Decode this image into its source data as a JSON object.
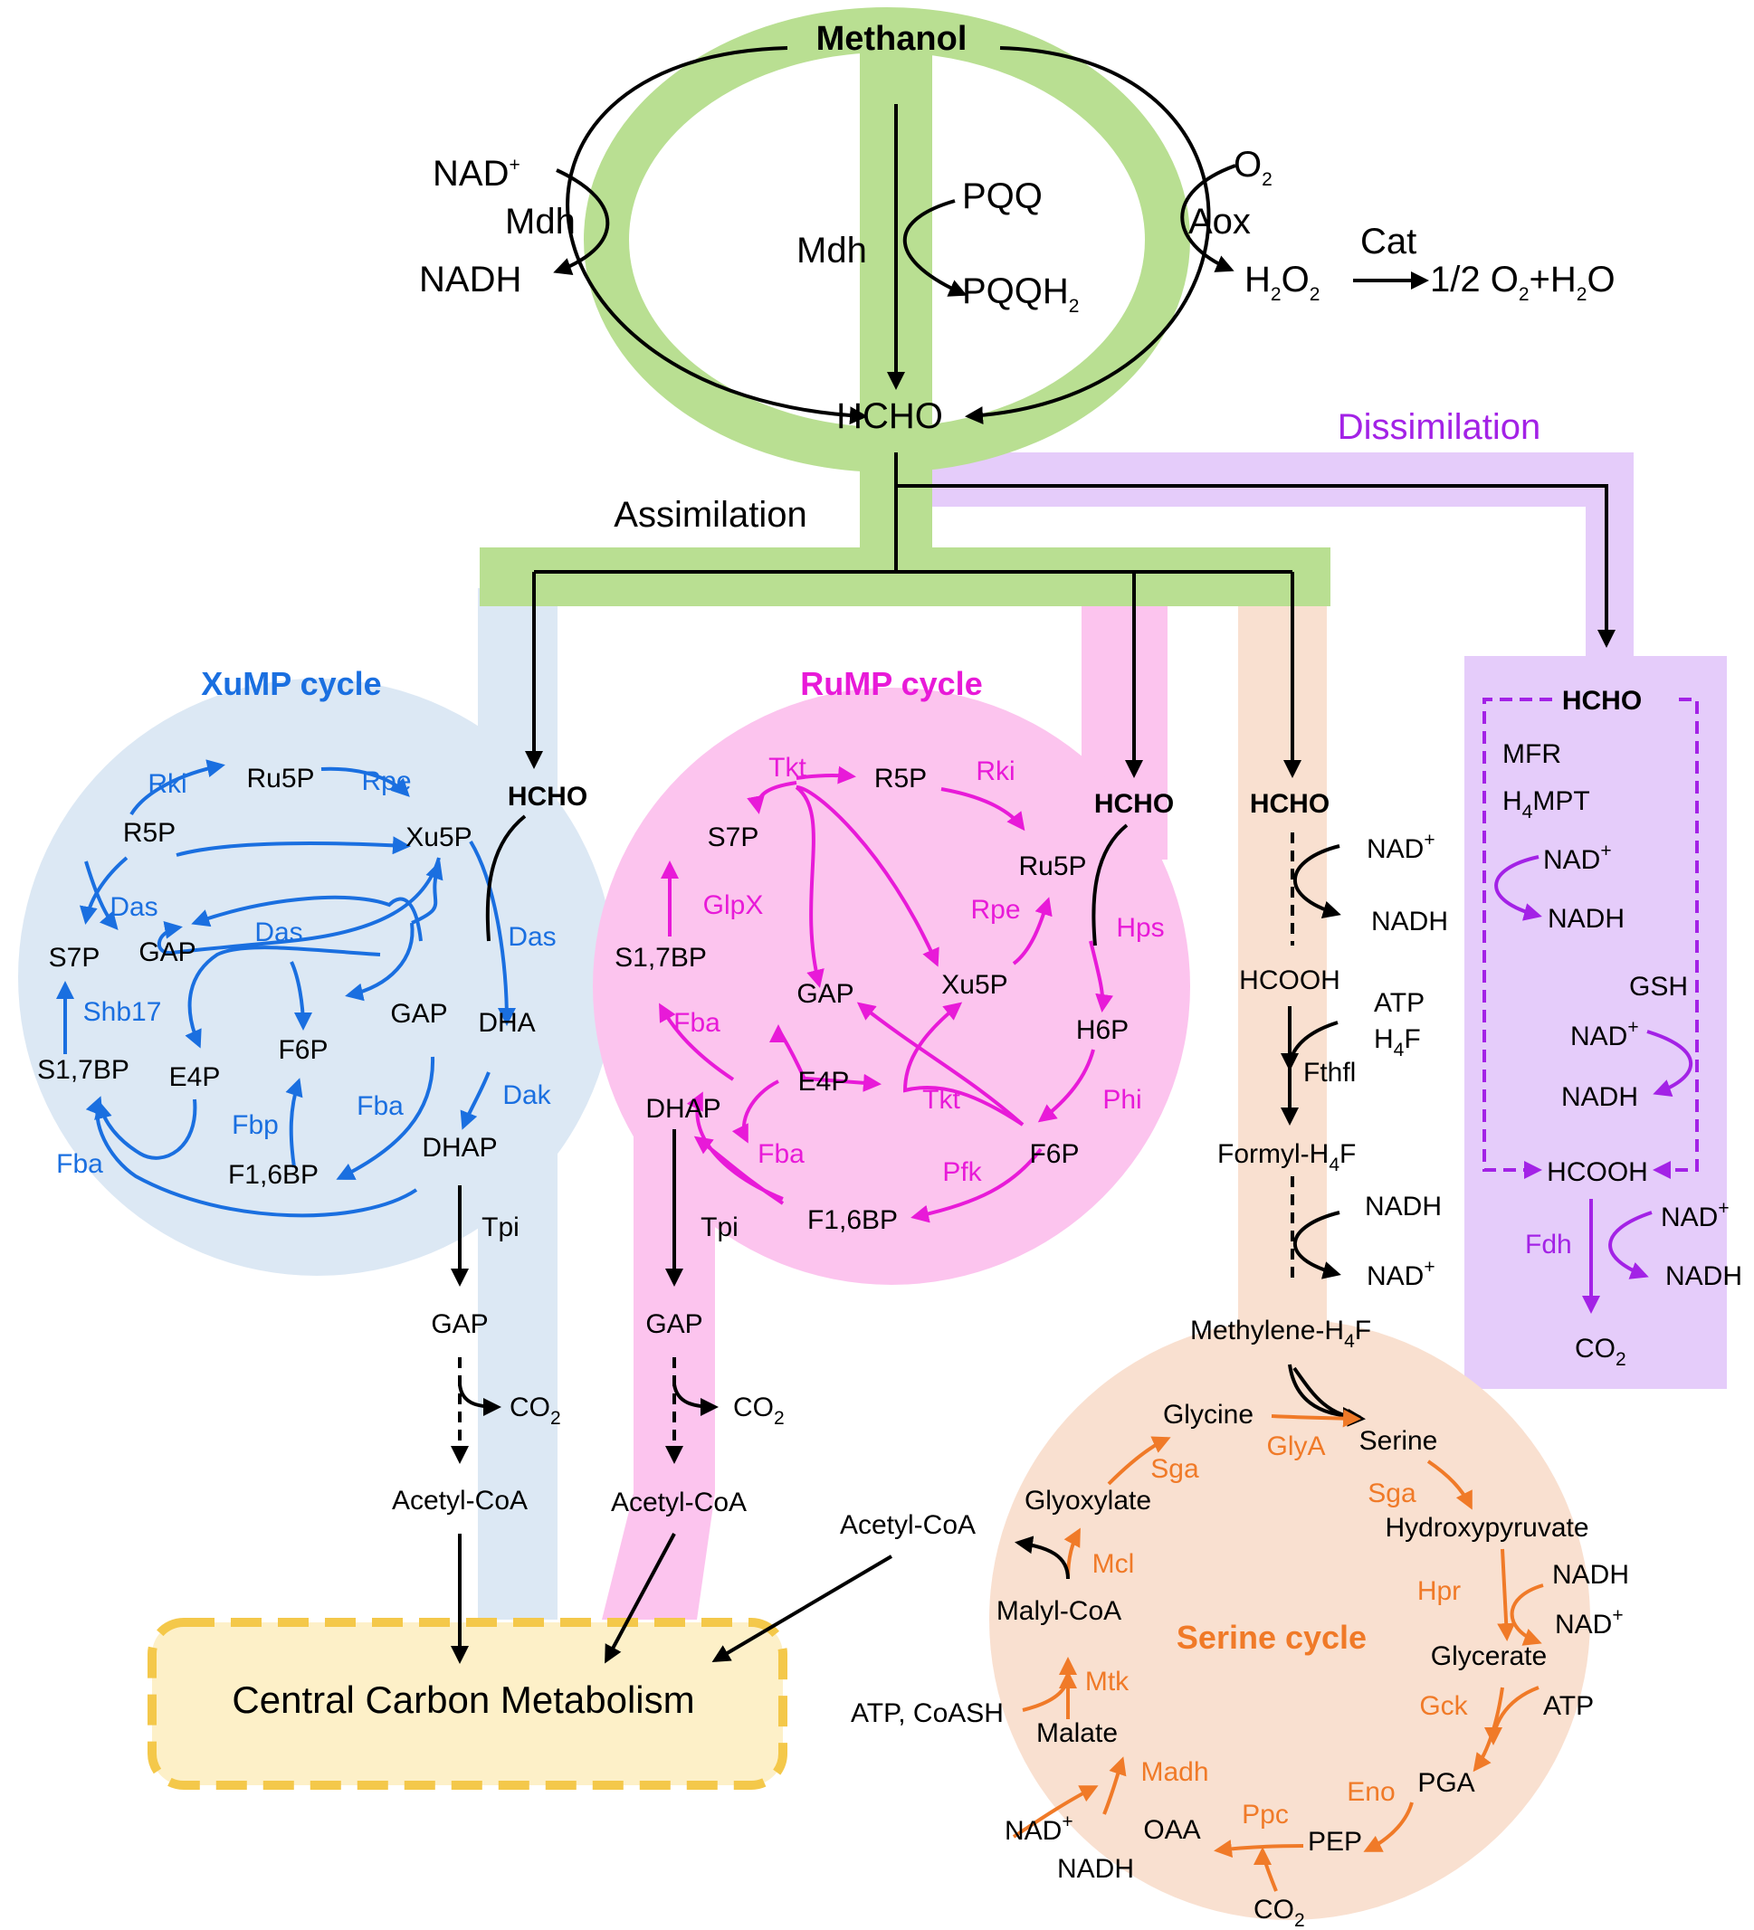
{
  "colors": {
    "oxidation_band": "#b9df92",
    "xump": "#1a6fe0",
    "xump_bg": "#dce8f4",
    "rump": "#e81ad8",
    "rump_bg": "#fcc4ee",
    "serine": "#f07a28",
    "serine_bg": "#f9e0d0",
    "dissimilation": "#a322e6",
    "dissimilation_bg": "#e5ccfa",
    "central_fill": "#fdf0c8",
    "central_border": "#f4c84a"
  },
  "top": {
    "methanol": "Methanol",
    "nad_plus": "NAD",
    "plus": "+",
    "mdh_left": "Mdh",
    "nadh": "NADH",
    "mdh_center": "Mdh",
    "pqq": "PQQ",
    "pqqh2": "PQQH",
    "sub_2": "2",
    "o2": "O",
    "aox": "Aox",
    "h2o2_h": "H",
    "h2o2_o": "O",
    "cat": "Cat",
    "products_half": "1/2 O",
    "products_plus": "+H",
    "products_o": "O",
    "hcho": "HCHO",
    "assimilation": "Assimilation",
    "dissimilation": "Dissimilation"
  },
  "xump": {
    "title": "XuMP cycle",
    "hcho": "HCHO",
    "metabolites": {
      "ru5p": "Ru5P",
      "r5p": "R5P",
      "xu5p": "Xu5P",
      "s7p": "S7P",
      "gap_inner": "GAP",
      "gap_right": "GAP",
      "dha": "DHA",
      "e4p": "E4P",
      "f6p": "F6P",
      "s17bp": "S1,7BP",
      "dhap": "DHAP",
      "f16bp": "F1,6BP"
    },
    "enzymes": {
      "rki": "Rki",
      "rpe": "Rpe",
      "das_left": "Das",
      "das_mid": "Das",
      "das_right": "Das",
      "shb17": "Shb17",
      "fba_right": "Fba",
      "dak": "Dak",
      "fbp": "Fbp",
      "fba_left": "Fba"
    },
    "tpi": "Tpi",
    "gap_out": "GAP",
    "co2_c": "CO",
    "acetyl_coa": "Acetyl-CoA"
  },
  "rump": {
    "title": "RuMP cycle",
    "hcho": "HCHO",
    "metabolites": {
      "r5p": "R5P",
      "s7p": "S7P",
      "ru5p": "Ru5P",
      "s17bp": "S1,7BP",
      "gap": "GAP",
      "xu5p": "Xu5P",
      "h6p": "H6P",
      "dhap": "DHAP",
      "e4p": "E4P",
      "f6p": "F6P",
      "f16bp": "F1,6BP"
    },
    "enzymes": {
      "tkt_top": "Tkt",
      "rki": "Rki",
      "glpx": "GlpX",
      "rpe": "Rpe",
      "hps": "Hps",
      "fba_top": "Fba",
      "tkt_mid": "Tkt",
      "phi": "Phi",
      "fba_bottom": "Fba",
      "pfk": "Pfk"
    },
    "tpi": "Tpi",
    "gap_out": "GAP",
    "co2_c": "CO",
    "acetyl_coa": "Acetyl-CoA"
  },
  "h4f_path": {
    "hcho": "HCHO",
    "nad_plus_1": "NAD",
    "nadh_1": "NADH",
    "hcooh": "HCOOH",
    "atp": "ATP",
    "h4f_h": "H",
    "h4f_f": "F",
    "fthfl": "Fthfl",
    "formyl": "Formyl-H",
    "nadh_2": "NADH",
    "nad_plus_2": "NAD",
    "methylene": "Methylene-H",
    "sub_4": "4",
    "sup_plus": "+"
  },
  "dissim": {
    "hcho": "HCHO",
    "mfr": "MFR",
    "h4mpt_h": "H",
    "h4mpt_mpt": "MPT",
    "nad_plus_1": "NAD",
    "nadh_1": "NADH",
    "gsh": "GSH",
    "nad_plus_2": "NAD",
    "nadh_2": "NADH",
    "hcooh": "HCOOH",
    "fdh": "Fdh",
    "nad_plus_3": "NAD",
    "nadh_3": "NADH",
    "co2_c": "CO"
  },
  "serine": {
    "title": "Serine cycle",
    "metabolites": {
      "glycine": "Glycine",
      "serine": "Serine",
      "glyoxylate": "Glyoxylate",
      "hydroxypyruvate": "Hydroxypyruvate",
      "malyl_coa": "Malyl-CoA",
      "glycerate": "Glycerate",
      "malate": "Malate",
      "pga": "PGA",
      "oaa": "OAA",
      "pep": "PEP"
    },
    "enzymes": {
      "glya": "GlyA",
      "sga_left": "Sga",
      "sga_right": "Sga",
      "mcl": "Mcl",
      "hpr": "Hpr",
      "mtk": "Mtk",
      "gck": "Gck",
      "madh": "Madh",
      "eno": "Eno",
      "ppc": "Ppc"
    },
    "cofactors": {
      "nadh_hpr": "NADH",
      "nad_hpr": "NAD",
      "atp_gck": "ATP",
      "atp_coash": "ATP, CoASH",
      "nad_madh": "NAD",
      "nadh_madh": "NADH",
      "co2_c": "CO"
    },
    "acetyl_coa": "Acetyl-CoA"
  },
  "central": "Central Carbon Metabolism"
}
